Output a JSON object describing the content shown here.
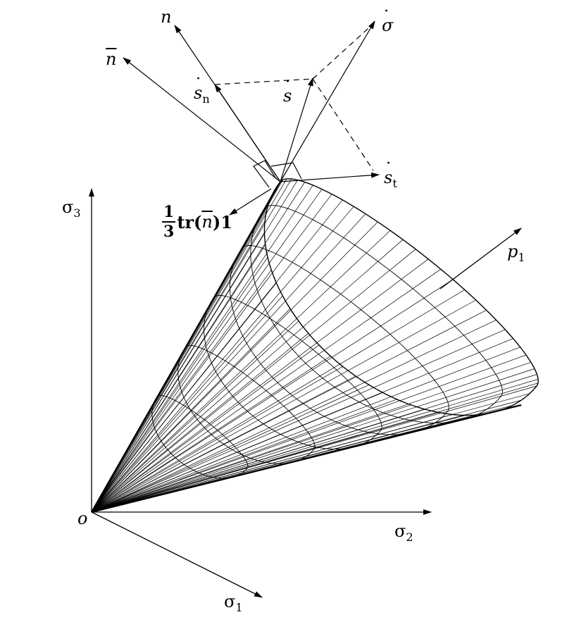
{
  "labels": {
    "n": "n",
    "n_bar": "n",
    "s_n": "s",
    "s_n_sub": "n",
    "s_dot": "s",
    "sigma_dot": "σ",
    "s_t": "s",
    "s_t_sub": "t",
    "trace_num": "1",
    "trace_den": "3",
    "trace_pre": "tr(",
    "trace_n": "n",
    "trace_post": ")1",
    "p1": "p",
    "p1_sub": "1",
    "sigma3": "σ",
    "sigma3_sub": "3",
    "sigma2": "σ",
    "sigma2_sub": "2",
    "sigma1": "σ",
    "sigma1_sub": "1",
    "origin": "o"
  }
}
